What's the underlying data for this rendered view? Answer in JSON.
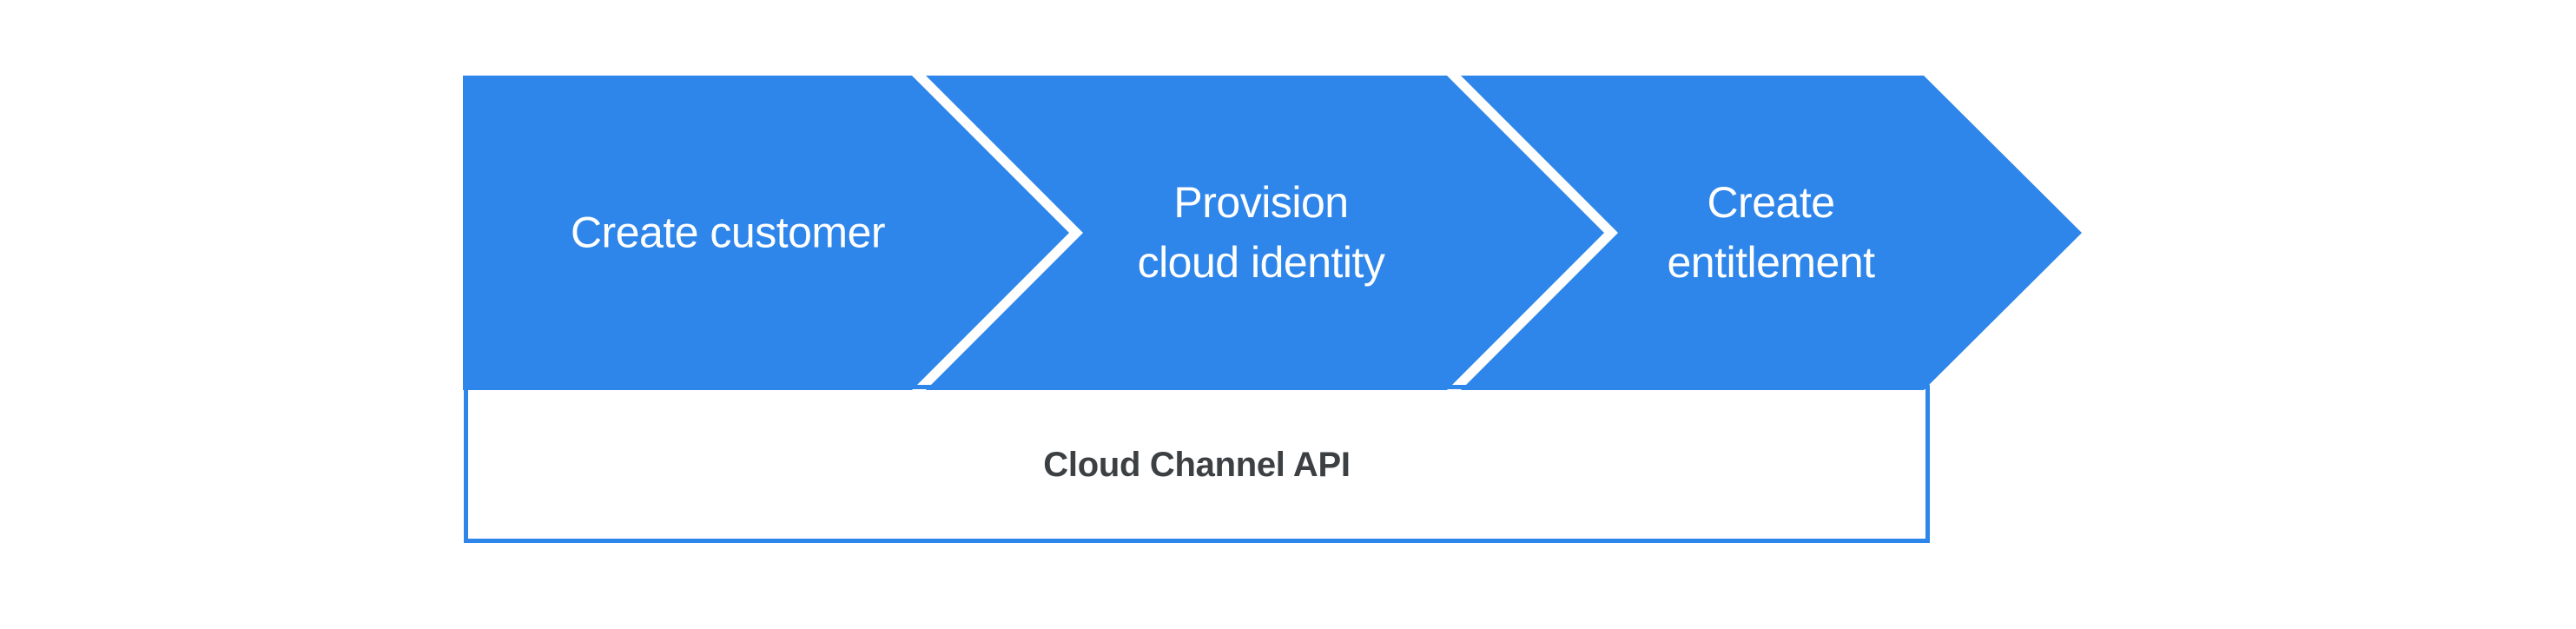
{
  "steps": [
    {
      "lines": [
        "Create customer"
      ]
    },
    {
      "lines": [
        "Provision",
        "cloud identity"
      ]
    },
    {
      "lines": [
        "Create",
        "entitlement"
      ]
    }
  ],
  "api_box": {
    "label": "Cloud Channel API"
  },
  "colors": {
    "chevron_fill": "#2E86EA",
    "chevron_text": "#FFFFFF",
    "separator": "#FFFFFF",
    "api_box_border": "#2E86EA",
    "api_box_fill": "#FFFFFF",
    "api_box_text": "#3C4043",
    "background": "#FFFFFF"
  }
}
